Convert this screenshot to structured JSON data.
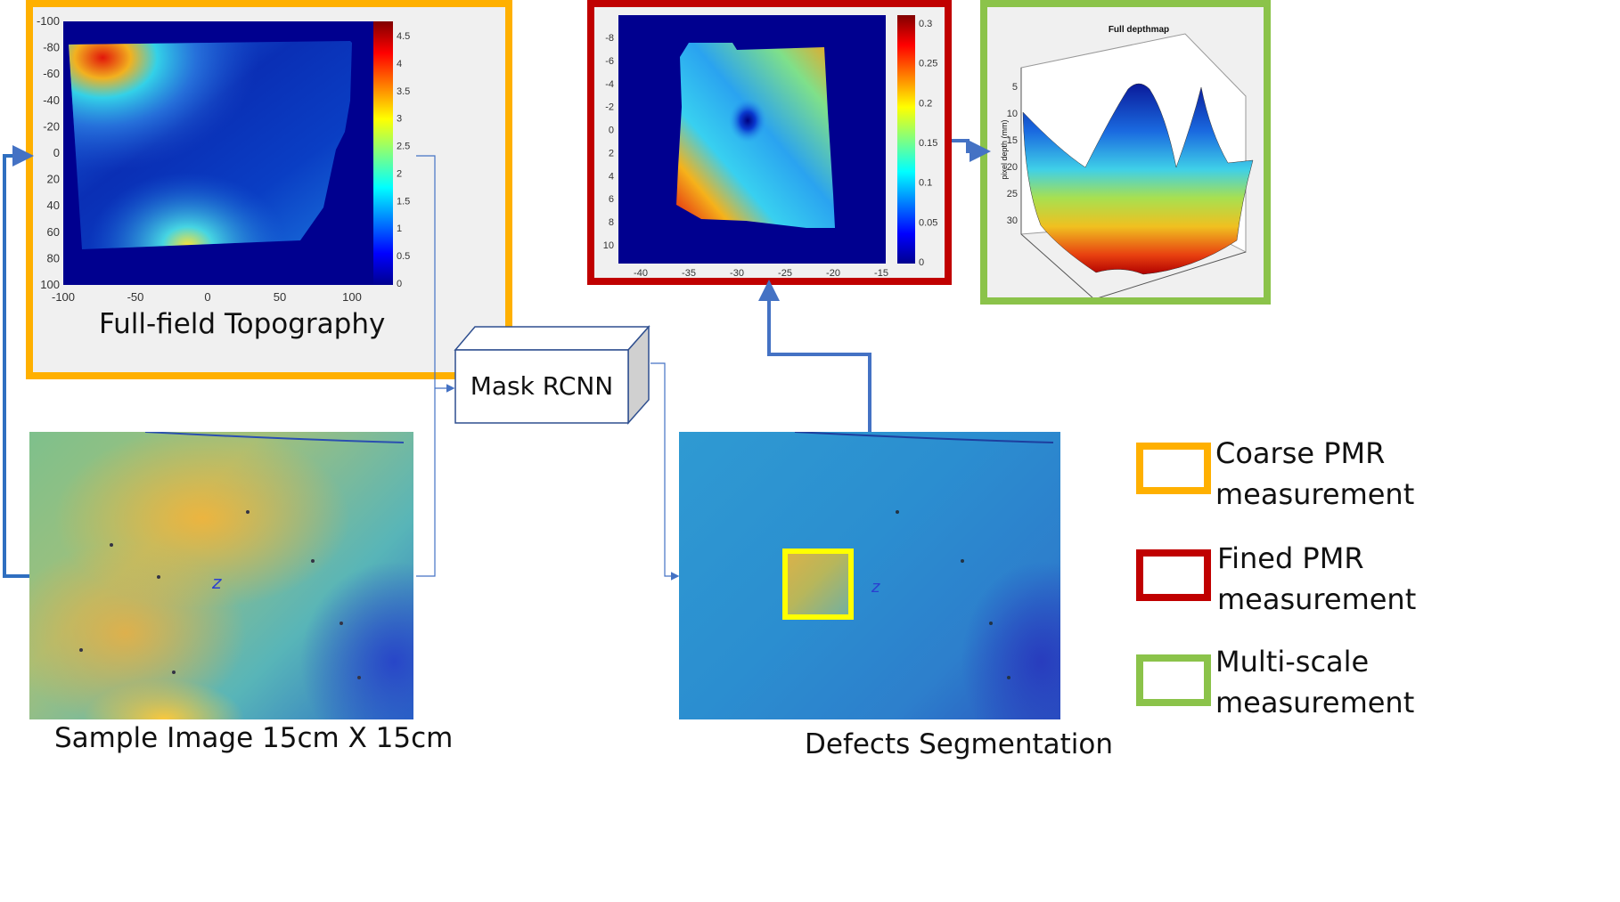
{
  "colors": {
    "coarse": "#ffb000",
    "fine": "#c00000",
    "multi": "#8bc34a",
    "arrow": "#4472c4",
    "panel_bg": "#f0f0f0",
    "plot_bg": "#00008f",
    "segmentation_box": "#ffff00"
  },
  "topography": {
    "caption": "Full-field Topography",
    "y_ticks": [
      "-100",
      "-80",
      "-60",
      "-40",
      "-20",
      "0",
      "20",
      "40",
      "60",
      "80",
      "100"
    ],
    "x_ticks": [
      "-100",
      "-50",
      "0",
      "50",
      "100"
    ],
    "colorbar_ticks": [
      "4.5",
      "4",
      "3.5",
      "3",
      "2.5",
      "2",
      "1.5",
      "1",
      "0.5",
      "0"
    ]
  },
  "fine": {
    "y_ticks": [
      "-8",
      "-6",
      "-4",
      "-2",
      "0",
      "2",
      "4",
      "6",
      "8",
      "10"
    ],
    "x_ticks": [
      "-40",
      "-35",
      "-30",
      "-25",
      "-20",
      "-15"
    ],
    "colorbar_ticks": [
      "0.3",
      "0.25",
      "0.2",
      "0.15",
      "0.1",
      "0.05",
      "0"
    ]
  },
  "depthmap": {
    "title": "Full depthmap",
    "zlabel": "pixel depth (mm)",
    "z_ticks": [
      "5",
      "10",
      "15",
      "20",
      "25",
      "30"
    ]
  },
  "mask_rcnn": {
    "label": "Mask RCNN"
  },
  "sample": {
    "caption": "Sample Image 15cm X 15cm",
    "marker": "z"
  },
  "segmentation": {
    "caption": "Defects Segmentation",
    "marker": "z"
  },
  "legend": [
    {
      "label": "Coarse PMR\nmeasurement",
      "color": "#ffb000"
    },
    {
      "label": "Fined PMR\nmeasurement",
      "color": "#c00000"
    },
    {
      "label": "Multi-scale\nmeasurement",
      "color": "#8bc34a"
    }
  ]
}
